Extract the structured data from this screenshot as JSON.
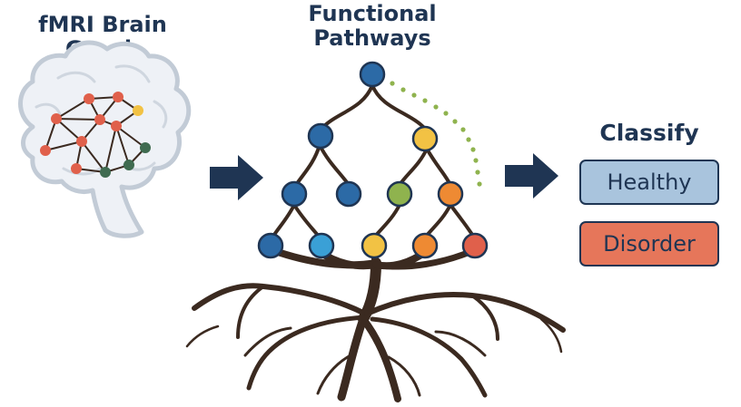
{
  "brain_graph": {
    "title_line1": "fMRI Brain",
    "title_line2": "Graph"
  },
  "pathways": {
    "title_line1": "Functional",
    "title_line2": "Pathways"
  },
  "classify": {
    "title": "Classify",
    "healthy_label": "Healthy",
    "disorder_label": "Disorder"
  },
  "colors": {
    "navy": "#1f3553",
    "blue": "#2c6aa6",
    "light_blue": "#3aa0d6",
    "yellow": "#f2c244",
    "green": "#8fb34e",
    "orange": "#ee8a33",
    "red": "#e0604b",
    "healthy_fill": "#a9c4dd",
    "disorder_fill": "#e6765a",
    "brain_fill": "#eef1f6",
    "roots": "#3b2a20"
  }
}
